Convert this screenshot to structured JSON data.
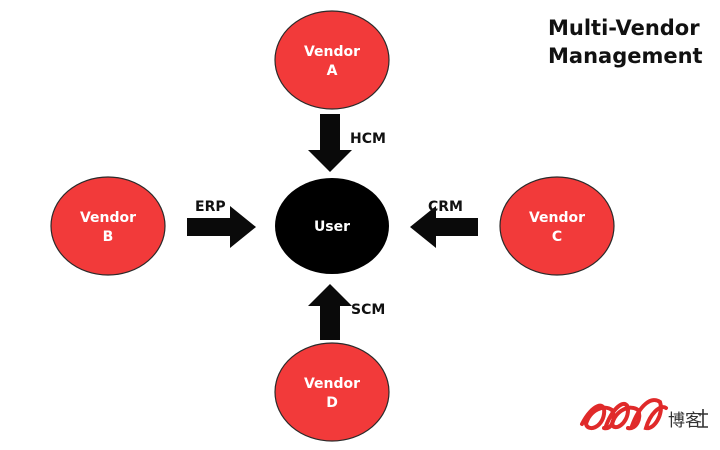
{
  "title": {
    "line1": "Multi-Vendor",
    "line2": "Management"
  },
  "nodes": {
    "vendor_a": {
      "line1": "Vendor",
      "line2": "A"
    },
    "vendor_b": {
      "line1": "Vendor",
      "line2": "B"
    },
    "vendor_c": {
      "line1": "Vendor",
      "line2": "C"
    },
    "vendor_d": {
      "line1": "Vendor",
      "line2": "D"
    },
    "user": {
      "label": "User"
    }
  },
  "edges": {
    "a_to_user": "HCM",
    "b_to_user": "ERP",
    "c_to_user": "CRM",
    "d_to_user": "SCM"
  },
  "colors": {
    "vendor_fill": "#f23a3a",
    "vendor_stroke": "#2a2a2a",
    "user_fill": "#000000",
    "arrow_fill": "#0a0a0a",
    "watermark_red": "#e02a2a"
  },
  "watermark": {
    "text": "博客"
  }
}
